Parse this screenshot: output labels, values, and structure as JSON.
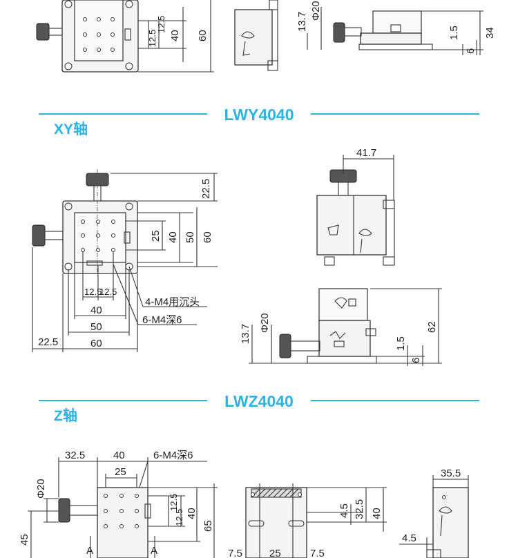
{
  "colors": {
    "accent": "#2bb3e6",
    "line": "#333333",
    "text": "#222222"
  },
  "top_section": {
    "front": {
      "dims": [
        "12.5",
        "12.5",
        "40",
        "60"
      ]
    },
    "side": {
      "dims": [
        "13.7",
        "Φ20",
        "1.5",
        "6",
        "34"
      ]
    }
  },
  "section_xy": {
    "model": "LWY4040",
    "axis_label": "XY轴",
    "top_view": {
      "dims_right": [
        "22.5",
        "25",
        "40",
        "50",
        "60"
      ],
      "dims_bottom": [
        "12.5",
        "12.5",
        "40",
        "50",
        "60"
      ],
      "dim_left_offset": "22.5",
      "callouts": [
        "4-M4用沉头",
        "6-M4深6"
      ]
    },
    "side_view": {
      "dims": [
        "41.7"
      ]
    },
    "front_view": {
      "dims": [
        "13.7",
        "Φ20",
        "1.5",
        "6",
        "62"
      ]
    }
  },
  "section_z": {
    "model": "LWZ4040",
    "axis_label": "Z轴",
    "front_view": {
      "dims_top": [
        "32.5",
        "40",
        "25"
      ],
      "callout": "6-M4深6",
      "dims_right": [
        "12.5",
        "12.5",
        "40",
        "65"
      ],
      "dims_left": [
        "Φ20",
        "45"
      ],
      "section_marks": [
        "A",
        "A"
      ]
    },
    "mid_view": {
      "dims_right": [
        "4.5",
        "32.5",
        "40"
      ],
      "dims_bottom": [
        "7.5",
        "25",
        "7.5"
      ]
    },
    "side_view": {
      "dims": [
        "35.5",
        "4.5"
      ]
    }
  }
}
